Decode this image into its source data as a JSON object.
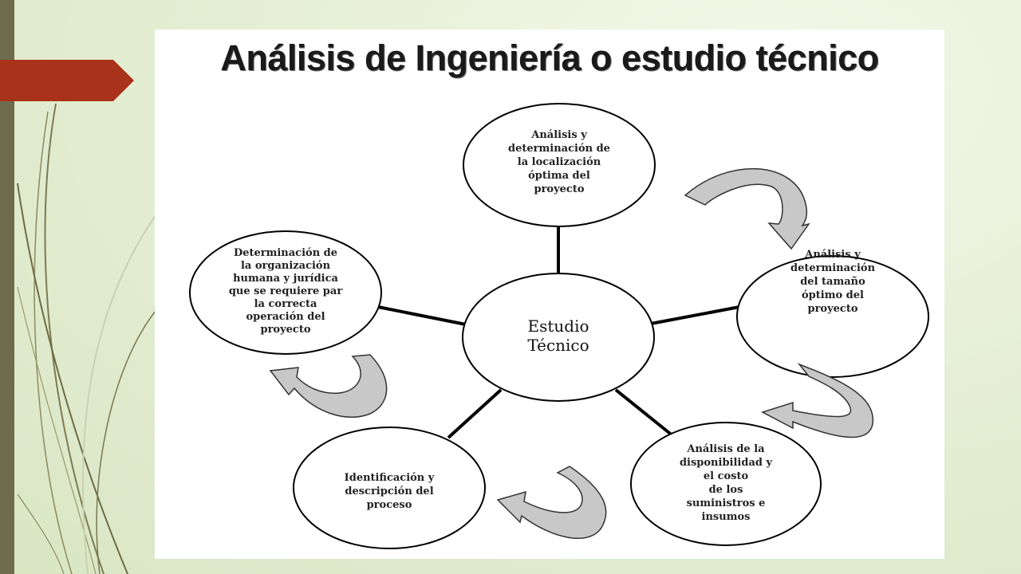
{
  "slide": {
    "title": "Análisis de Ingeniería o estudio técnico"
  },
  "diagram": {
    "center": "Estudio\nTécnico",
    "nodes": [
      {
        "id": "localizacion",
        "text": "Análisis y\ndeterminación de\nla localización\nóptima del\nproyecto"
      },
      {
        "id": "tamano",
        "text": "Análisis y\ndeterminación\ndel tamaño\nóptimo del\nproyecto"
      },
      {
        "id": "suministros",
        "text": "Análisis de la\ndisponibilidad y\nel costo\nde los\nsuministros e\ninsumos"
      },
      {
        "id": "proceso",
        "text": "Identificación y\ndescripción del\nproceso"
      },
      {
        "id": "organizacion",
        "text": "Determinación de\nla organización\nhumana y jurídica\nque se requiere par\nla correcta\noperación del\nproyecto"
      }
    ]
  },
  "colors": {
    "accent_red": "#a8321a",
    "left_bar": "#6e6b4f",
    "arrow_fill": "#c8c8c8",
    "line": "#000000"
  }
}
